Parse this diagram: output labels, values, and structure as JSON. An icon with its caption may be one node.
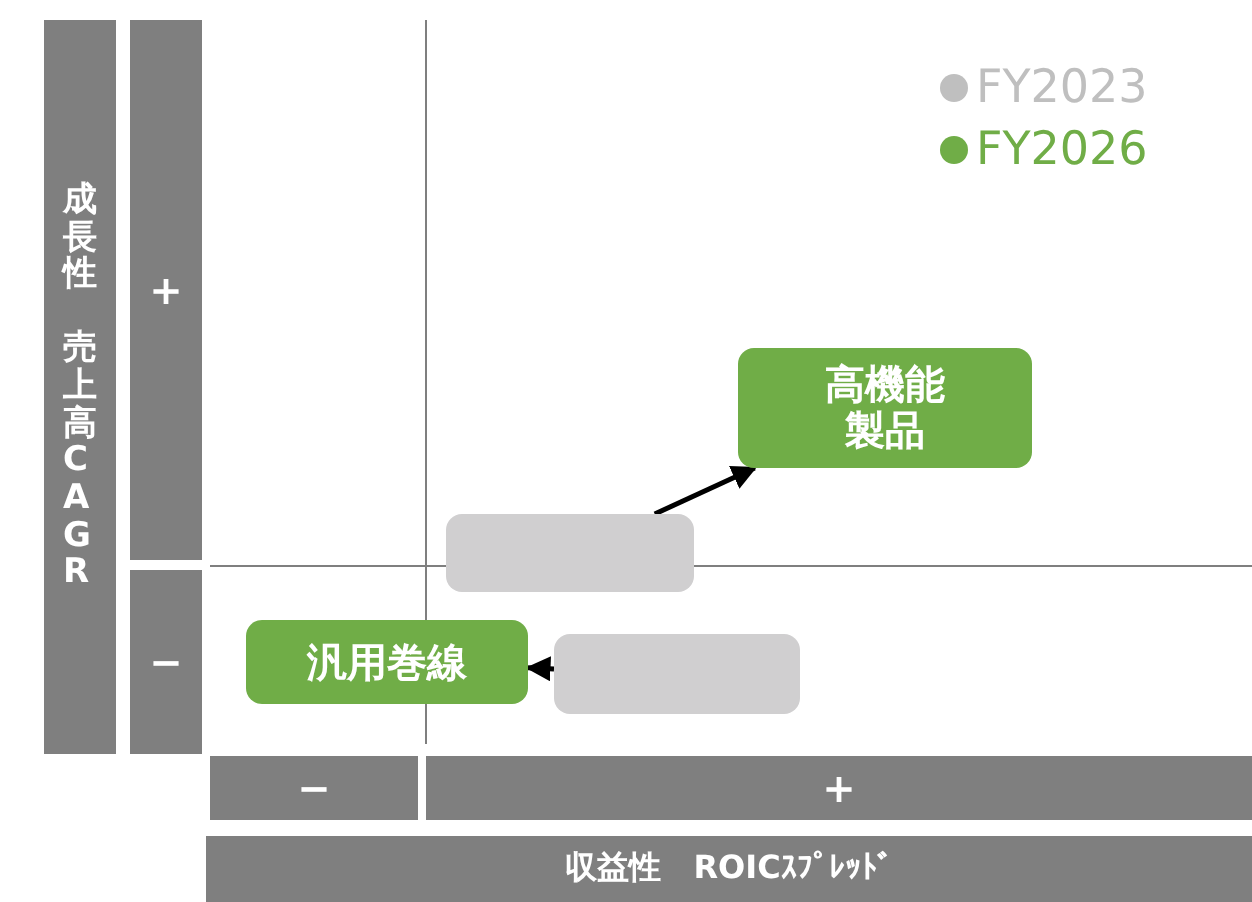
{
  "diagram": {
    "nodes": [
      {
        "text": [
          "高機能製品"
        ]
      },
      {
        "text": [
          "汎用巻線"
        ]
      },
      {
        "text": [],
        "shape": "box"
      },
      {
        "text": [],
        "shape": "box"
      }
    ],
    "edges": [
      {
        "from": 2,
        "to": 0,
        "arrow": "to"
      },
      {
        "from": 3,
        "to": 1,
        "arrow": "to"
      }
    ],
    "labels": [
      "成長性",
      "売上高CAGR",
      "+",
      "−",
      "−",
      "+",
      "収益性　ROICｽﾌﾟﾚｯﾄﾞ"
    ],
    "legend": [
      {
        "text": "FY2023",
        "color": "#bfbfbf"
      },
      {
        "text": "FY2026",
        "color": "#70ad47"
      }
    ]
  }
}
